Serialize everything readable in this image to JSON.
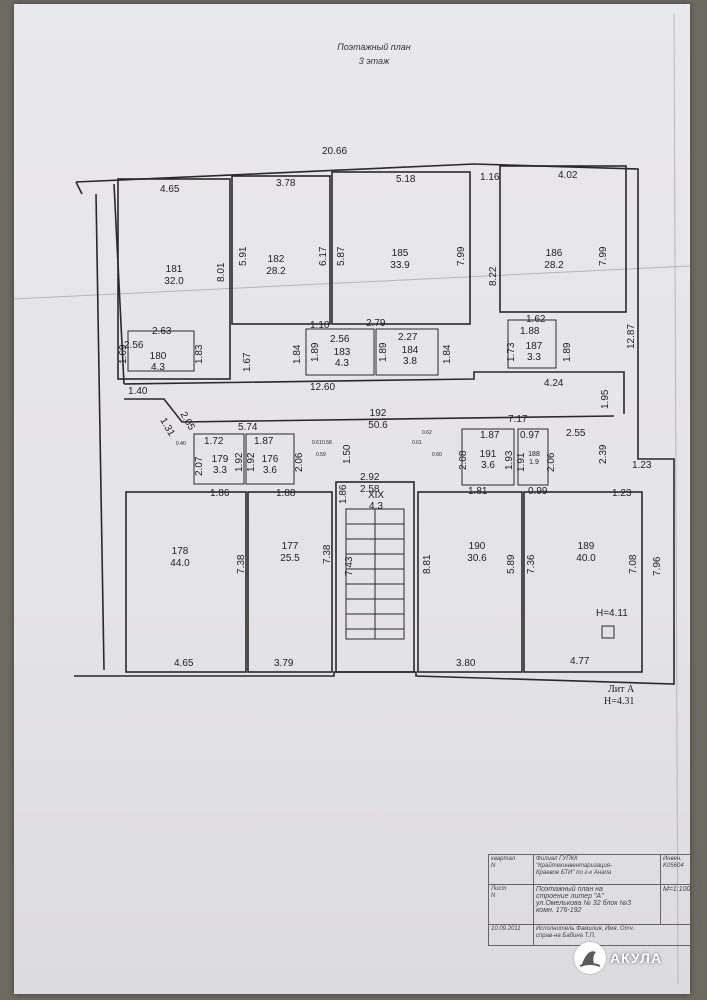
{
  "header": {
    "title_line1": "Поэтажный план",
    "title_line2": "3 этаж"
  },
  "rooms": [
    {
      "id": "r181",
      "number": "181",
      "area": "32.0"
    },
    {
      "id": "r182",
      "number": "182",
      "area": "28.2"
    },
    {
      "id": "r185",
      "number": "185",
      "area": "33.9"
    },
    {
      "id": "r186",
      "number": "186",
      "area": "28.2"
    },
    {
      "id": "r180",
      "number": "180",
      "area": "4.3"
    },
    {
      "id": "r183",
      "number": "183",
      "area": "4.3"
    },
    {
      "id": "r184",
      "number": "184",
      "area": "3.8"
    },
    {
      "id": "r187",
      "number": "187",
      "area": "3.3"
    },
    {
      "id": "r192",
      "number": "192",
      "area": "50.6"
    },
    {
      "id": "r179",
      "number": "179",
      "area": "3.3"
    },
    {
      "id": "r176",
      "number": "176",
      "area": "3.6"
    },
    {
      "id": "r191",
      "number": "191",
      "area": "3.6"
    },
    {
      "id": "r188",
      "number": "188",
      "area": "1.9"
    },
    {
      "id": "r178",
      "number": "178",
      "area": "44.0"
    },
    {
      "id": "r177",
      "number": "177",
      "area": "25.5"
    },
    {
      "id": "r190",
      "number": "190",
      "area": "30.6"
    },
    {
      "id": "r189",
      "number": "189",
      "area": "40.0"
    },
    {
      "id": "rXIX",
      "number": "XIX",
      "area": "4.3"
    }
  ],
  "dimensions": {
    "top_total": "20.66",
    "w181": "4.65",
    "w182": "3.78",
    "w185": "5.18",
    "gap": "1.16",
    "w186": "4.02",
    "h181": "8.01",
    "h182a": "5.91",
    "h182b": "6.17",
    "h185a": "5.87",
    "h185b": "7.99",
    "h186a": "8.22",
    "h186b": "7.99",
    "right_total": "12.87",
    "w180": "2.63",
    "w180b": "2.56",
    "h180a": "1.69",
    "h180b": "1.83",
    "h182c": "1.67",
    "w183a": "1.10",
    "w183b": "2.56",
    "w184a": "2.79",
    "w184b": "2.27",
    "h183a": "1.84",
    "h183b": "1.89",
    "h184a": "1.89",
    "h184b": "1.84",
    "w187a": "1.62",
    "w187b": "1.88",
    "h187a": "1.73",
    "h187b": "1.89",
    "corr_w": "12.60",
    "corr_l": "1.40",
    "corr_r": "4.24",
    "corr_h": "1.95",
    "diag1": "2.05",
    "diag2": "1.31",
    "w192a": "5.74",
    "w192b": "7.17",
    "h192": "1.50",
    "w179": "1.72",
    "w176": "1.87",
    "h179a": "2.07",
    "h179b": "1.92",
    "h176a": "1.92",
    "h176b": "2.06",
    "s1": "0.40",
    "s2": "0.61",
    "s3": "0.58",
    "s4": "0.59",
    "s5": "0.62",
    "s6": "0.61",
    "s7": "0.60",
    "w191": "1.87",
    "h191a": "2.08",
    "h191b": "1.93",
    "w188": "0.97",
    "h188a": "1.91",
    "h188b": "2.06",
    "w188b": "2.55",
    "h189a": "2.39",
    "w178t": "1.86",
    "w177t": "1.88",
    "stair_w": "2.92",
    "stair_w2": "2.58",
    "w190t": "1.81",
    "w189ta": "0.99",
    "w189tb": "1.23",
    "w189r": "1.23",
    "h178": "7.38",
    "h177": "7.38",
    "h_stair1": "1.86",
    "h_stair2": "7.43",
    "h190a": "8.81",
    "h190b": "5.89",
    "h189b": "7.36",
    "h189c": "7.08",
    "h189d": "7.96",
    "w178b": "4.65",
    "w177b": "3.79",
    "w190b": "3.80",
    "w189b": "4.77"
  },
  "height_note": "H=4.11",
  "lit": {
    "line1": "Лит А",
    "line2": "H=4.31"
  },
  "stamp": {
    "org_line1": "Филиал ГУПКК",
    "org_line2": "\"Крайтехинвентаризация-",
    "org_line3": "Краевое БТИ\" по г-к Анапа",
    "inv_label": "Инвен.",
    "inv_value": "K05604",
    "kvartal_label": "квартал",
    "kvartal_value": "N",
    "list_label": "Лист",
    "list_value": "N",
    "doc_line1": "Поэтажный план на",
    "doc_line2": "строение литер \"А\"",
    "doc_line3": "ул.Омелькова № 32 блок №3",
    "doc_line4": "комн. 176-192",
    "scale": "M=1:100",
    "date": "10.09.2011",
    "people_line1": "Исполнитель Фамилия, Имя, Отч.",
    "people_line2": "справ-на Бабина Т.П."
  },
  "watermark": {
    "brand": "АКУЛА"
  }
}
